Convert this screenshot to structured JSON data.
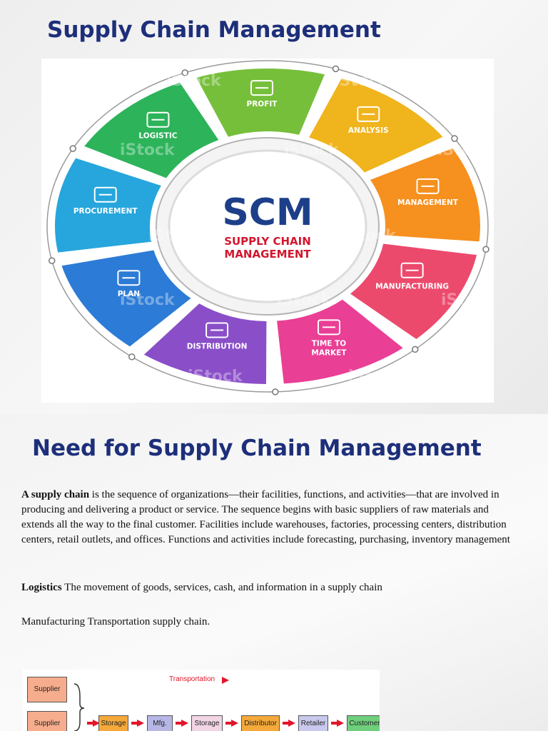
{
  "slide1": {
    "title": "Supply Chain Management",
    "center": {
      "big": "SCM",
      "line1": "SUPPLY CHAIN",
      "line2": "MANAGEMENT"
    },
    "segments": [
      {
        "label": "PROFIT",
        "color": "#76bf3a",
        "icon": "profit-chart-icon"
      },
      {
        "label": "ANALYSIS",
        "color": "#f0b41c",
        "icon": "line-graph-icon"
      },
      {
        "label": "MANAGEMENT",
        "color": "#f6901e",
        "icon": "gear-hand-icon"
      },
      {
        "label": "MANUFACTURING",
        "color": "#ec4a6d",
        "icon": "factory-conveyor-icon"
      },
      {
        "label": "TIME TO",
        "label2": "MARKET",
        "color": "#e93f95",
        "icon": "clock-truck-icon"
      },
      {
        "label": "DISTRIBUTION",
        "color": "#8a4fc8",
        "icon": "globe-truck-icon"
      },
      {
        "label": "PLAN",
        "color": "#2c7bd6",
        "icon": "clipboard-icon"
      },
      {
        "label": "PROCUREMENT",
        "color": "#26a6dc",
        "icon": "shopping-cart-icon"
      },
      {
        "label": "LOGISTIC",
        "color": "#2db35a",
        "icon": "delivery-truck-icon"
      }
    ],
    "watermark": "iStock"
  },
  "slide2": {
    "title": "Need for Supply Chain Management",
    "p1_bold": "A supply chain",
    "p1_text": " is the sequence of organizations—their facilities, functions, and activities—that are involved in producing and delivering a product or service. The sequence begins with basic suppliers of raw materials and extends all the way to the final customer. Facilities include warehouses, factories, processing centers, distribution centers, retail outlets, and offices. Functions and activities include forecasting, purchasing, inventory management",
    "p2_bold": "Logistics",
    "p2_text": " The movement of goods, services, cash, and information in a supply chain",
    "p3_text": "Manufacturing Transportation supply chain.",
    "flow": {
      "transport_label": "Transportation",
      "supplier1": "Supplier",
      "supplier2": "Supplier",
      "steps": [
        "Storage",
        "Mfg.",
        "Storage",
        "Distributor",
        "Retailer",
        "Customer"
      ]
    }
  }
}
